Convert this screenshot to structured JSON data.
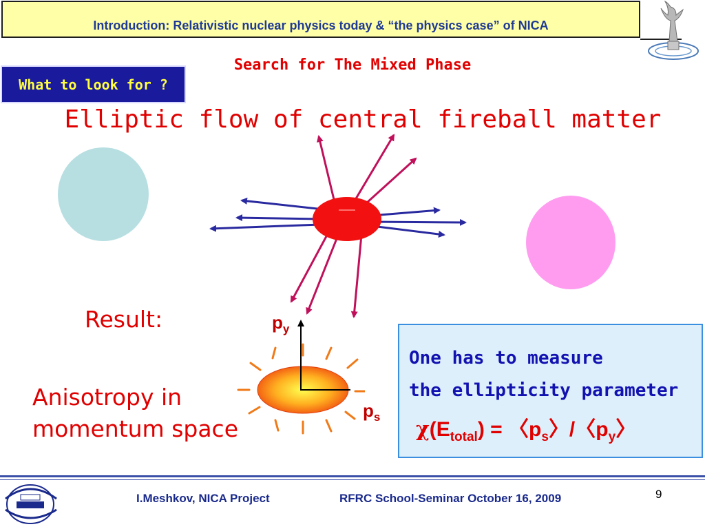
{
  "header": {
    "title": "Introduction: Relativistic nuclear physics today & “the physics case” of NICA"
  },
  "subtitle": "Search for The Mixed Phase",
  "tag": "What to look for ?",
  "main_title": "Elliptic flow of central fireball matter",
  "result_label": "Result:",
  "anisotropy": {
    "line1": "Anisotropy in",
    "line2": "momentum space"
  },
  "axes": {
    "py": "p",
    "py_sub": "y",
    "ps": "p",
    "ps_sub": "s"
  },
  "info": {
    "line1": "One has to measure",
    "line2": "the ellipticity parameter",
    "chi": "χ",
    "open": "(E",
    "total": "total",
    "mid": ") = 〈p",
    "s": "s",
    "slash": "〉/〈p",
    "y": "y",
    "close": "〉"
  },
  "footer": {
    "author": "I.Meshkov, NICA Project",
    "event": "RFRC School-Seminar October 16, 2009",
    "page": "9"
  },
  "colors": {
    "title_red": "#e00000",
    "navy": "#1a1a9c",
    "yellow": "#ffff40",
    "info_bg": "#dceffb"
  }
}
